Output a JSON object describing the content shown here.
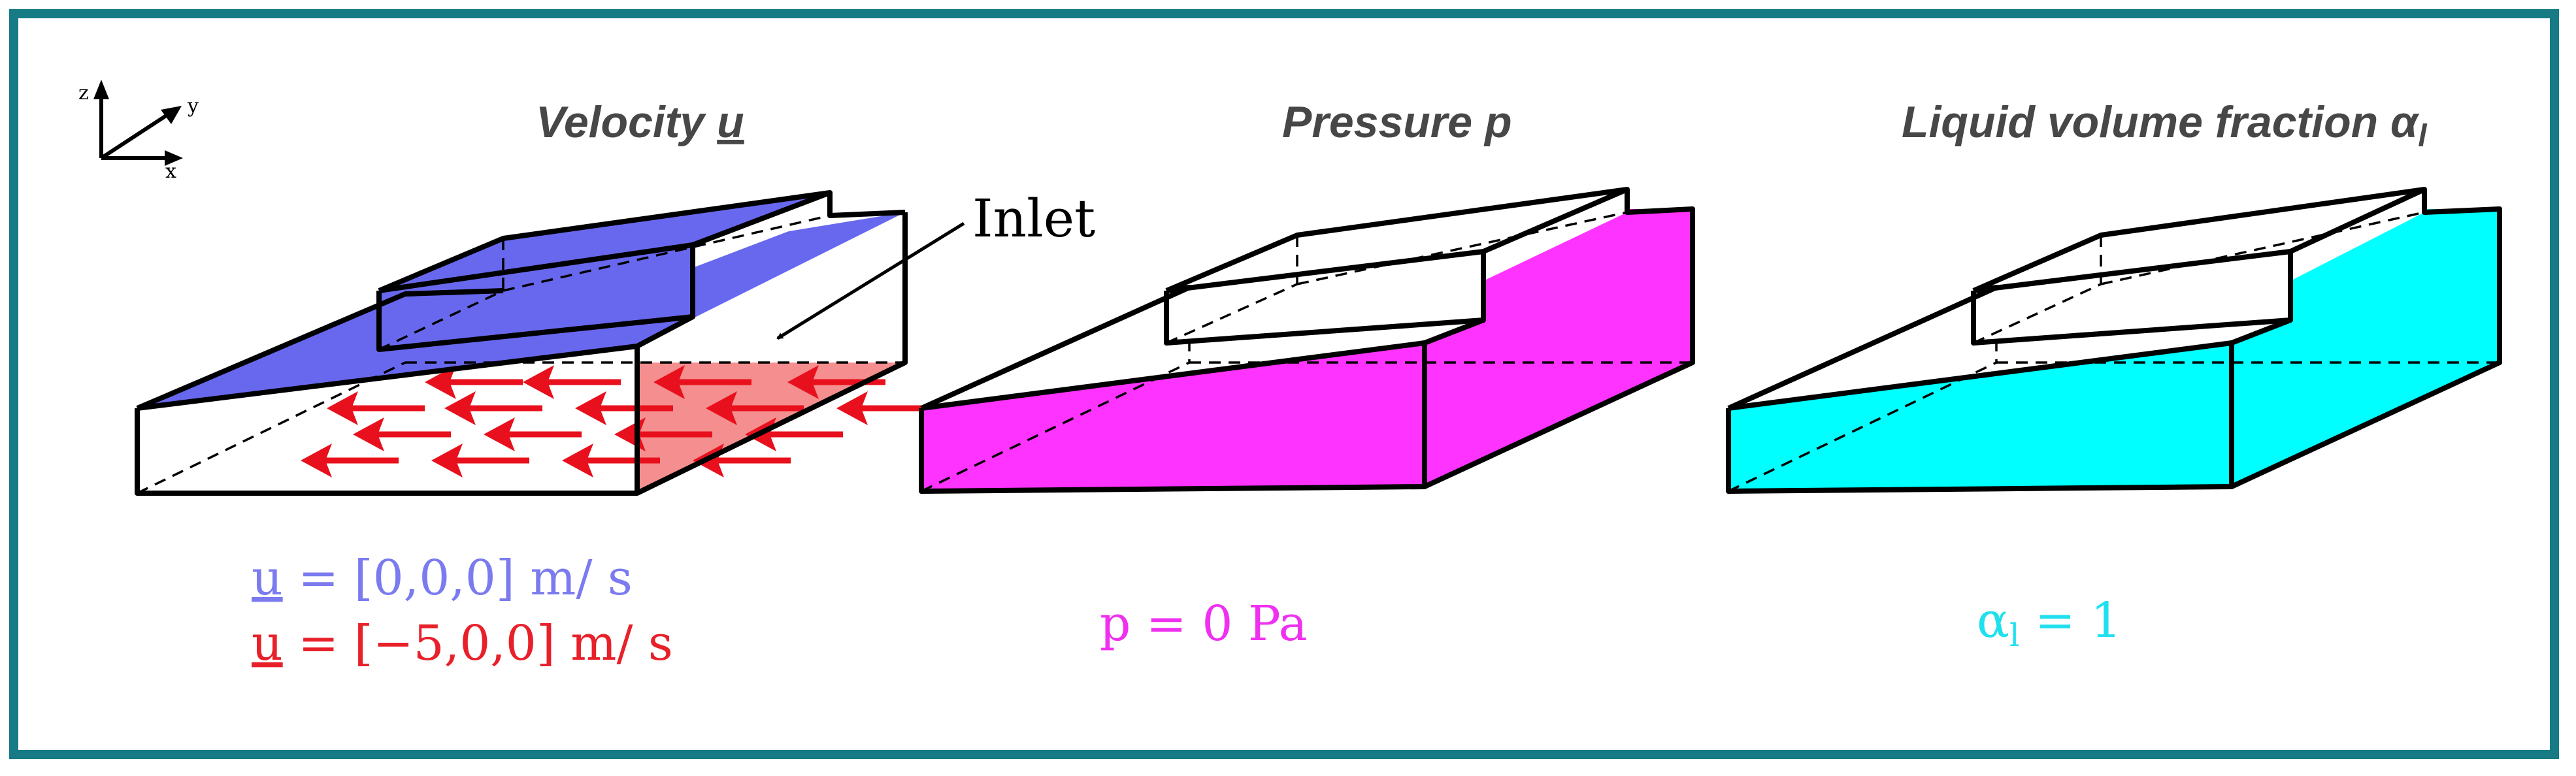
{
  "panels": [
    {
      "title": "Velocity ",
      "symbol": "u",
      "color": "#5b5be8"
    },
    {
      "title": "Pressure p",
      "color": "#ff2cff"
    },
    {
      "title": "Liquid volume fraction α",
      "subscript": "l",
      "color": "#00ffff"
    }
  ],
  "axes": {
    "x": "x",
    "y": "y",
    "z": "z"
  },
  "inlet_label": "Inlet",
  "conditions": {
    "velocity_top": {
      "symbol": "u",
      "text": " = [0,0,0] m/ s",
      "color": "#7b7bef"
    },
    "velocity_bottom": {
      "symbol": "u",
      "text": " = [−5,0,0] m/ s",
      "color": "#e8202a"
    },
    "pressure": {
      "text": "p = 0 Pa",
      "color": "#f030f0"
    },
    "volume_fraction": {
      "symbol": "α",
      "subscript": "l",
      "text": " = 1",
      "color": "#20e0ee"
    }
  },
  "colors": {
    "border": "#177b85",
    "velocity_face": "#6868ee",
    "inlet_face": "#f58e8e",
    "arrow": "#e8101c",
    "pressure_face": "#ff33ff",
    "alpha_face": "#00ffff"
  }
}
